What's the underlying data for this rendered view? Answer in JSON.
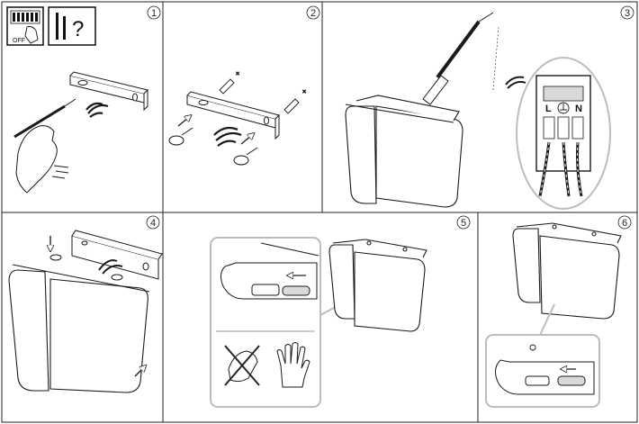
{
  "panels": [
    {
      "step": "1"
    },
    {
      "step": "2"
    },
    {
      "step": "3"
    },
    {
      "step": "4"
    },
    {
      "step": "5"
    },
    {
      "step": "6"
    }
  ],
  "step1": {
    "switch_state": "OFF",
    "question_mark": "?"
  },
  "step3": {
    "terminal_labels": [
      "L",
      "N"
    ]
  },
  "colors": {
    "frame": "#222222",
    "callout": "#bdbdbd",
    "line": "#1a1a1a",
    "shade": "#d9d9d9",
    "crossout": "#222222"
  },
  "icons": [
    "breaker-switch-icon",
    "screwdriver-icon",
    "screw-icon",
    "wall-plug-icon",
    "hand-icon",
    "glove-icon",
    "arrow-icon",
    "earth-icon"
  ]
}
